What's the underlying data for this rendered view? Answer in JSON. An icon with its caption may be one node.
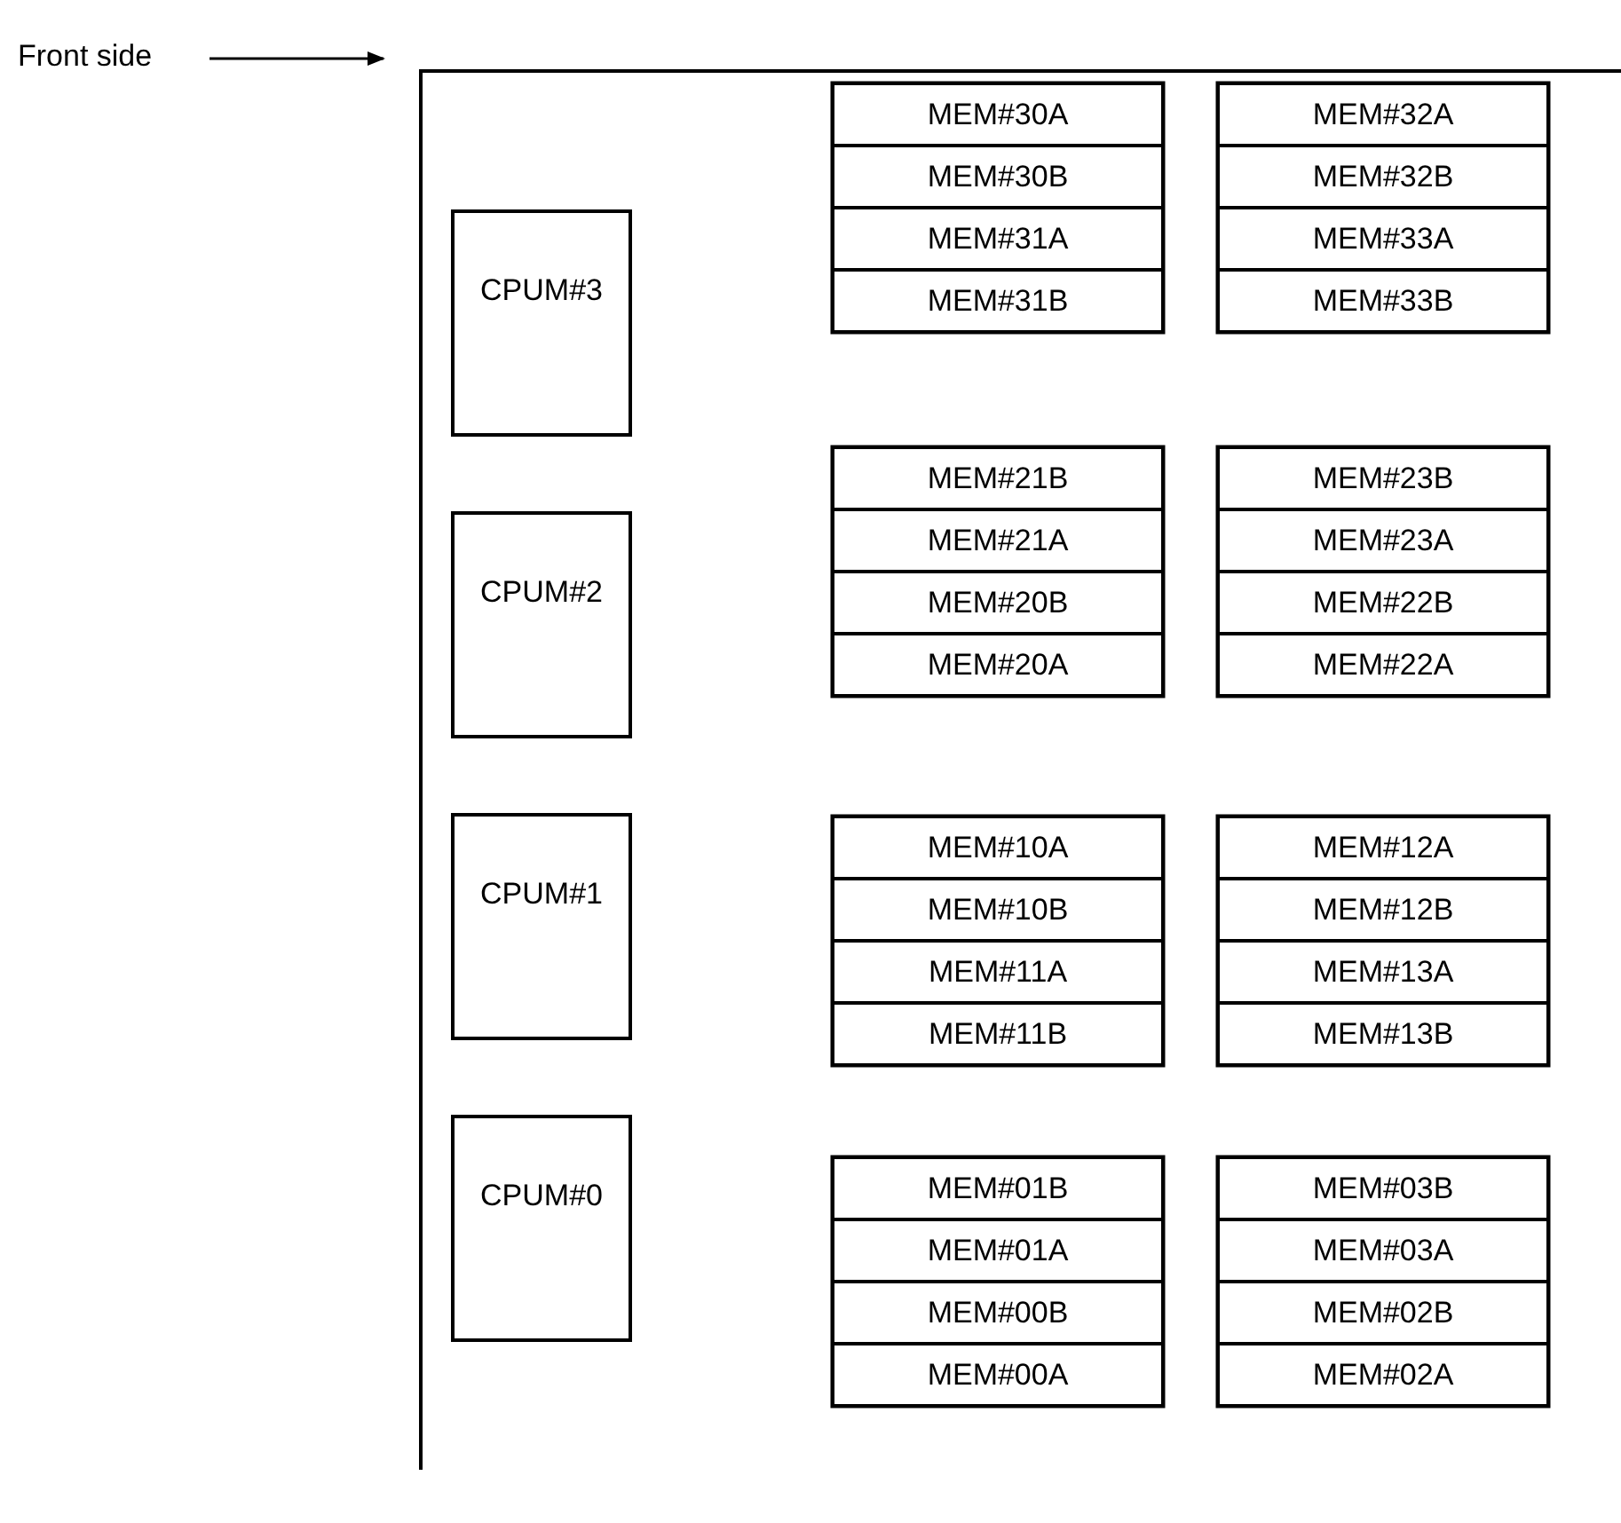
{
  "diagram": {
    "nodes": [
      {
        "text": [
          "CPUM#3"
        ]
      },
      {
        "text": [
          "MEM#30A"
        ]
      },
      {
        "text": [
          "MEM#30B"
        ]
      },
      {
        "text": [
          "MEM#31A"
        ]
      },
      {
        "text": [
          "MEM#31B"
        ]
      },
      {
        "text": [
          "MEM#32A"
        ]
      },
      {
        "text": [
          "MEM#32B"
        ]
      },
      {
        "text": [
          "MEM#33A"
        ]
      },
      {
        "text": [
          "MEM#33B"
        ]
      },
      {
        "text": [
          "CPUM#2"
        ]
      },
      {
        "text": [
          "MEM#21B"
        ]
      },
      {
        "text": [
          "MEM#21A"
        ]
      },
      {
        "text": [
          "MEM#20B"
        ]
      },
      {
        "text": [
          "MEM#20A"
        ]
      },
      {
        "text": [
          "MEM#23B"
        ]
      },
      {
        "text": [
          "MEM#23A"
        ]
      },
      {
        "text": [
          "MEM#22B"
        ]
      },
      {
        "text": [
          "MEM#22A"
        ]
      },
      {
        "text": [
          "CPUM#1"
        ]
      },
      {
        "text": [
          "MEM#10A"
        ]
      },
      {
        "text": [
          "MEM#10B"
        ]
      },
      {
        "text": [
          "MEM#11A"
        ]
      },
      {
        "text": [
          "MEM#11B"
        ]
      },
      {
        "text": [
          "MEM#12A"
        ]
      },
      {
        "text": [
          "MEM#12B"
        ]
      },
      {
        "text": [
          "MEM#13A"
        ]
      },
      {
        "text": [
          "MEM#13B"
        ]
      },
      {
        "text": [
          "CPUM#0"
        ]
      },
      {
        "text": [
          "MEM#01B"
        ]
      },
      {
        "text": [
          "MEM#01A"
        ]
      },
      {
        "text": [
          "MEM#00B"
        ]
      },
      {
        "text": [
          "MEM#00A"
        ]
      },
      {
        "text": [
          "MEM#03B"
        ]
      },
      {
        "text": [
          "MEM#03A"
        ]
      },
      {
        "text": [
          "MEM#02B"
        ]
      },
      {
        "text": [
          "MEM#02A"
        ]
      }
    ],
    "edges": [],
    "labels": [
      "Front side"
    ]
  }
}
